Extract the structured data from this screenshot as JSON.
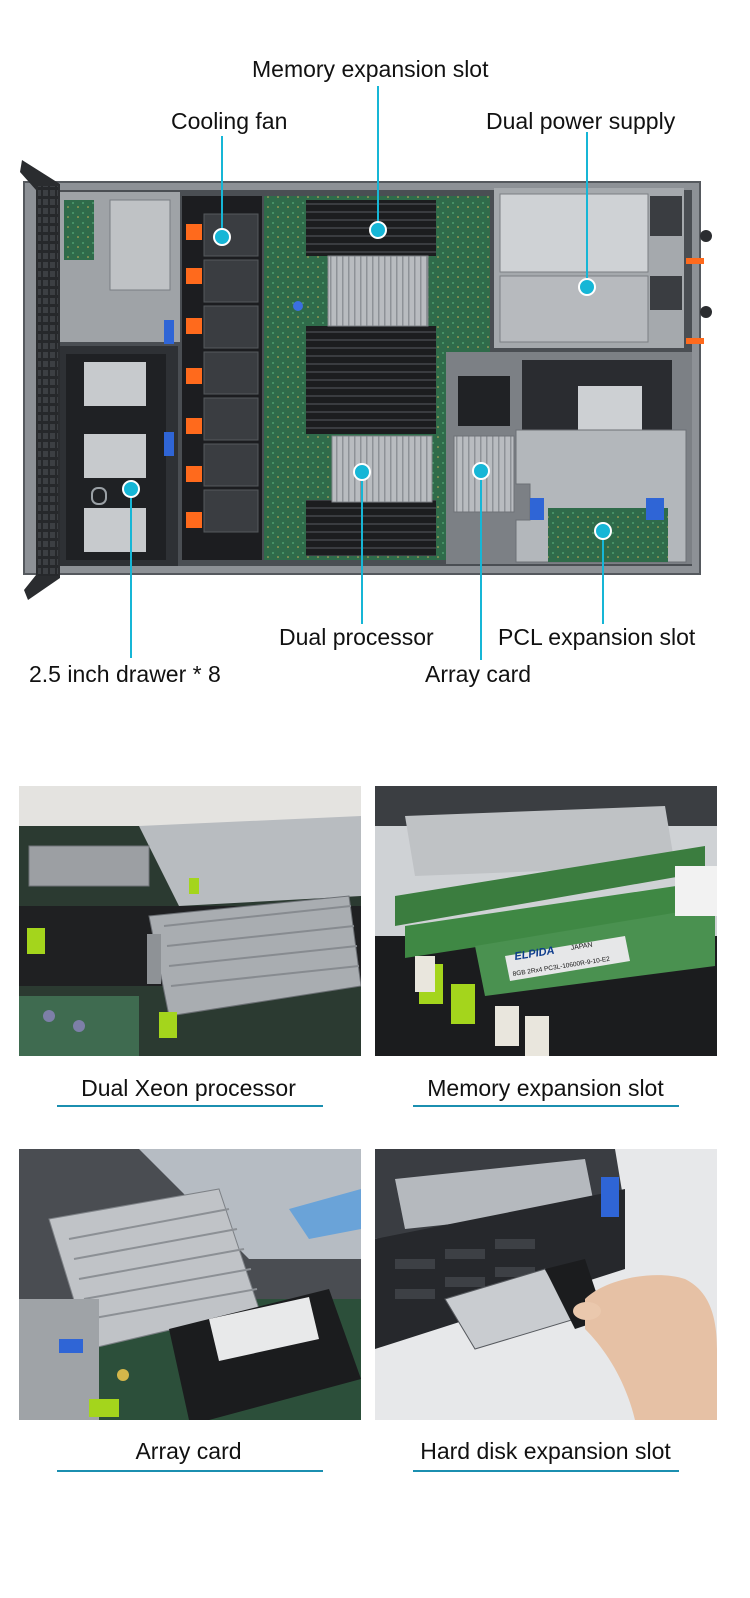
{
  "callouts": {
    "memory_expansion_slot": "Memory expansion slot",
    "cooling_fan": "Cooling fan",
    "dual_power_supply": "Dual power supply",
    "dual_processor": "Dual processor",
    "pcl_expansion_slot": "PCL expansion slot",
    "drawer": "2.5 inch drawer * 8",
    "array_card": "Array card"
  },
  "photo_captions": {
    "dual_xeon_processor": "Dual Xeon processor",
    "memory_expansion_slot": "Memory expansion slot",
    "array_card": "Array card",
    "hard_disk_expansion_slot": "Hard disk expansion slot"
  },
  "photo_text": {
    "ram_brand": "ELPIDA",
    "ram_origin": "JAPAN",
    "ram_spec": "8GB 2Rx4 PC3L-10600R-9-10-E2"
  },
  "colors": {
    "callout_accent": "#16b6d6",
    "underline_accent": "#1b8fb0"
  }
}
